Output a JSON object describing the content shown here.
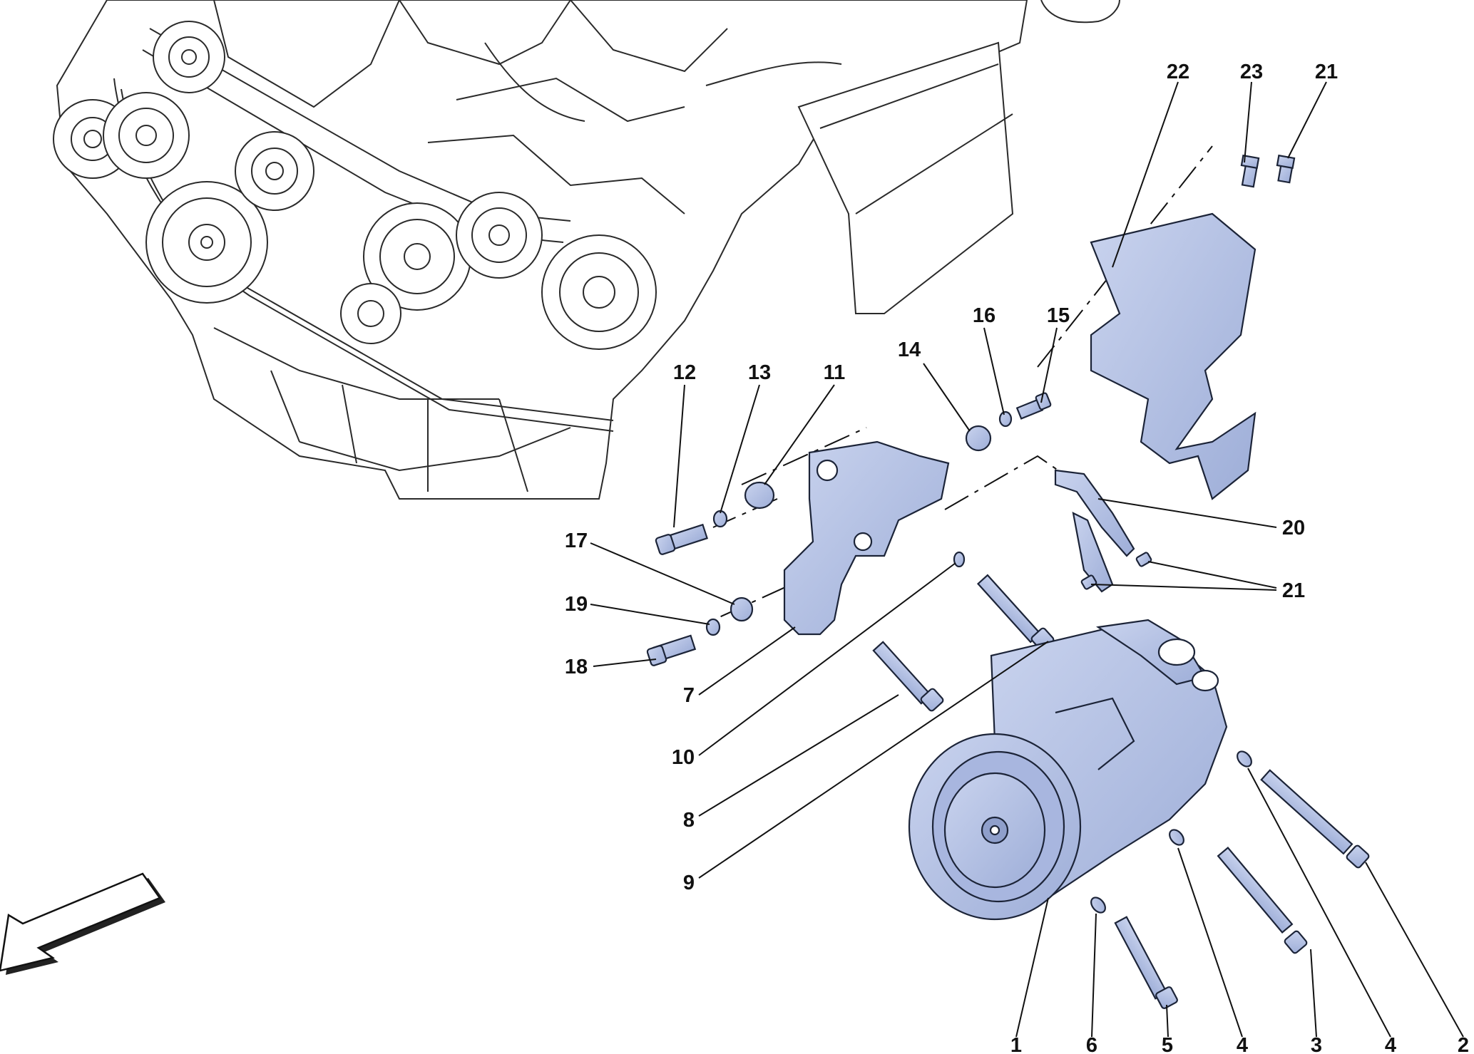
{
  "colors": {
    "part_fill": "#b8c5e6",
    "part_shadow": "#8f9fcb",
    "engine_fill": "#ffffff",
    "line": "#111111"
  },
  "callouts": [
    {
      "id": "c1",
      "label": "1"
    },
    {
      "id": "c2",
      "label": "2"
    },
    {
      "id": "c3",
      "label": "3"
    },
    {
      "id": "c4a",
      "label": "4"
    },
    {
      "id": "c4b",
      "label": "4"
    },
    {
      "id": "c5",
      "label": "5"
    },
    {
      "id": "c6",
      "label": "6"
    },
    {
      "id": "c7",
      "label": "7"
    },
    {
      "id": "c8",
      "label": "8"
    },
    {
      "id": "c9",
      "label": "9"
    },
    {
      "id": "c10",
      "label": "10"
    },
    {
      "id": "c11",
      "label": "11"
    },
    {
      "id": "c12",
      "label": "12"
    },
    {
      "id": "c13",
      "label": "13"
    },
    {
      "id": "c14",
      "label": "14"
    },
    {
      "id": "c15",
      "label": "15"
    },
    {
      "id": "c16",
      "label": "16"
    },
    {
      "id": "c17",
      "label": "17"
    },
    {
      "id": "c18",
      "label": "18"
    },
    {
      "id": "c19",
      "label": "19"
    },
    {
      "id": "c20",
      "label": "20"
    },
    {
      "id": "c21a",
      "label": "21"
    },
    {
      "id": "c21b",
      "label": "21"
    },
    {
      "id": "c22",
      "label": "22"
    },
    {
      "id": "c23",
      "label": "23"
    }
  ],
  "icons": {
    "direction": "front-direction-arrow-icon"
  }
}
